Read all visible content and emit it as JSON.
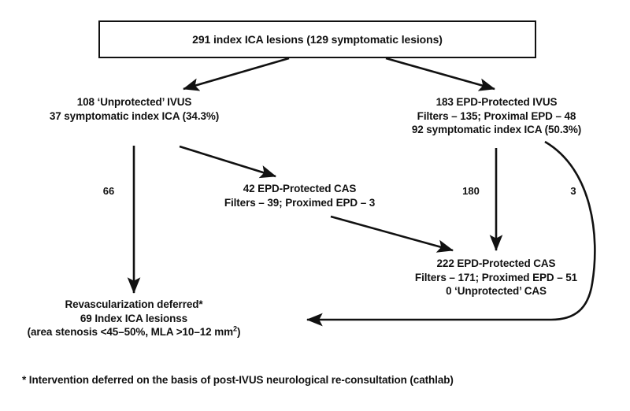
{
  "diagram": {
    "title_box": {
      "text": "291 index ICA lesions (129 symptomatic lesions)"
    },
    "nodes": {
      "unprotected_ivus": {
        "line1": "108 ‘Unprotected’ IVUS",
        "line2": "37 symptomatic index ICA (34.3%)"
      },
      "epd_protected_ivus": {
        "line1": "183 EPD-Protected IVUS",
        "line2": "Filters – 135; Proximal EPD – 48",
        "line3": "92 symptomatic index ICA (50.3%)"
      },
      "epd_protected_cas_42": {
        "line1": "42 EPD-Protected CAS",
        "line2": "Filters – 39; Proximed EPD – 3"
      },
      "epd_protected_cas_222": {
        "line1": "222 EPD-Protected CAS",
        "line2": "Filters – 171; Proximed EPD – 51",
        "line3": "0 ‘Unprotected’ CAS"
      },
      "revascularization_deferred": {
        "line1": "Revascularization deferred*",
        "line2": "69 Index ICA lesionss",
        "line3_pre": "(area stenosis <45–50%, MLA >10–12 mm",
        "line3_sup": "2",
        "line3_post": ")"
      }
    },
    "edge_labels": {
      "left_down": "66",
      "right_down": "180",
      "curve_right": "3"
    },
    "footnote": {
      "text": "* Intervention deferred on the basis of post-IVUS neurological re-consultation (cathlab)"
    },
    "colors": {
      "stroke": "#111111",
      "background": "#ffffff",
      "text": "#111111"
    }
  }
}
